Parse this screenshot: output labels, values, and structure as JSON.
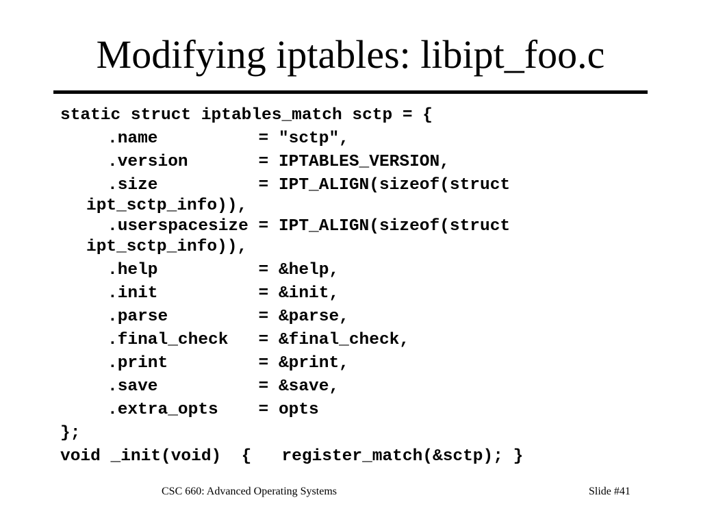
{
  "slide": {
    "title": "Modifying iptables: libipt_foo.c",
    "code_lines": [
      "static struct iptables_match sctp = {",
      ".name          = \"sctp\",",
      ".version       = IPTABLES_VERSION,",
      ".size          = IPT_ALIGN(sizeof(struct",
      "ipt_sctp_info)),",
      ".userspacesize = IPT_ALIGN(sizeof(struct",
      "ipt_sctp_info)),",
      ".help          = &help,",
      ".init          = &init,",
      ".parse         = &parse,",
      ".final_check   = &final_check,",
      ".print         = &print,",
      ".save          = &save,",
      ".extra_opts    = opts",
      "};",
      "void _init(void)  {   register_match(&sctp); }"
    ],
    "footer": {
      "course": "CSC 660: Advanced Operating Systems",
      "slide_number": "Slide #41"
    }
  }
}
